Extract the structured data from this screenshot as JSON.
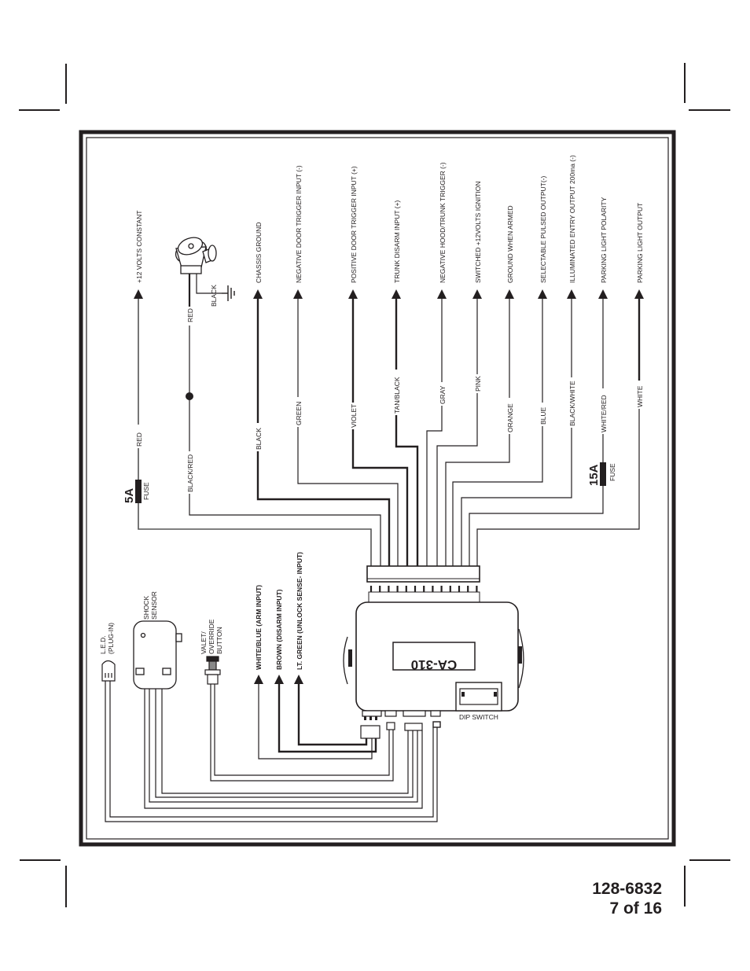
{
  "document": {
    "part_number": "128-6832",
    "page_label": "7 of 16"
  },
  "diagram": {
    "module_label": "CA-310",
    "dip_switch_label": "DIP SWITCH",
    "siren": {
      "wire_red": "RED",
      "wire_black": "BLACK"
    },
    "fuses": [
      {
        "rating": "5A",
        "label": "FUSE"
      },
      {
        "rating": "15A",
        "label": "FUSE"
      }
    ],
    "main_harness": [
      {
        "color": "RED",
        "function": "+12 VOLTS CONSTANT"
      },
      {
        "color": "BLACK/RED",
        "function": ""
      },
      {
        "color": "BLACK",
        "function": "CHASSIS GROUND"
      },
      {
        "color": "GREEN",
        "function": "NEGATIVE DOOR TRIGGER INPUT (-)"
      },
      {
        "color": "VIOLET",
        "function": "POSITIVE DOOR TRIGGER INPUT (+)"
      },
      {
        "color": "TAN/BLACK",
        "function": "TRUNK DISARM INPUT (+)"
      },
      {
        "color": "GRAY",
        "function": "NEGATIVE HOOD/TRUNK TRIGGER (-)"
      },
      {
        "color": "PINK",
        "function": "SWITCHED +12VOLTS IGNITION"
      },
      {
        "color": "ORANGE",
        "function": "GROUND WHEN ARMED"
      },
      {
        "color": "BLUE",
        "function": "SELECTABLE PULSED OUTPUT(-)"
      },
      {
        "color": "BLACK/WHITE",
        "function": "ILLUMINATED ENTRY OUTPUT 200ma (-)"
      },
      {
        "color": "WHITE/RED",
        "function": "PARKING LIGHT POLARITY"
      },
      {
        "color": "WHITE",
        "function": "PARKING LIGHT OUTPUT"
      }
    ],
    "aux_inputs": [
      {
        "label": "WHITE/BLUE (ARM INPUT)"
      },
      {
        "label": "BROWN (DISARM INPUT)"
      },
      {
        "label": "LT. GREEN (UNLOCK SENSE- INPUT)"
      }
    ],
    "components": {
      "led": [
        "L.E.D.",
        "(PLUG-IN)"
      ],
      "shock_sensor": [
        "SHOCK",
        "SENSOR"
      ],
      "valet": [
        "VALET/",
        "OVERRIDE",
        "BUTTON"
      ]
    }
  }
}
